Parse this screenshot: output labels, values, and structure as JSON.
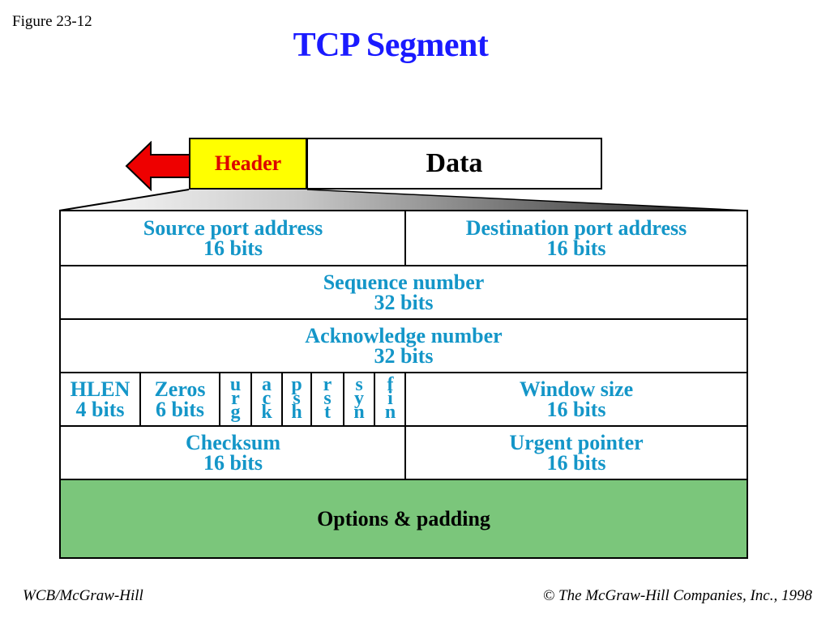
{
  "figure_label": "Figure 23-12",
  "title": "TCP Segment",
  "packet": {
    "header": "Header",
    "data": "Data"
  },
  "rows": {
    "ports": {
      "source": {
        "name": "Source port address",
        "bits": "16 bits"
      },
      "destination": {
        "name": "Destination port address",
        "bits": "16 bits"
      }
    },
    "sequence": {
      "name": "Sequence number",
      "bits": "32 bits"
    },
    "acknowledge": {
      "name": "Acknowledge number",
      "bits": "32 bits"
    },
    "control": {
      "hlen": {
        "name": "HLEN",
        "bits": "4 bits"
      },
      "zeros": {
        "name": "Zeros",
        "bits": "6 bits"
      },
      "flags": [
        {
          "letters": [
            "u",
            "r",
            "g"
          ]
        },
        {
          "letters": [
            "a",
            "c",
            "k"
          ]
        },
        {
          "letters": [
            "p",
            "s",
            "h"
          ]
        },
        {
          "letters": [
            "r",
            "s",
            "t"
          ]
        },
        {
          "letters": [
            "s",
            "y",
            "n"
          ]
        },
        {
          "letters": [
            "f",
            "i",
            "n"
          ]
        }
      ],
      "window": {
        "name": "Window size",
        "bits": "16 bits"
      }
    },
    "checksum_row": {
      "checksum": {
        "name": "Checksum",
        "bits": "16 bits"
      },
      "urgent": {
        "name": "Urgent pointer",
        "bits": "16 bits"
      }
    },
    "options": "Options & padding"
  },
  "footer": {
    "left": "WCB/McGraw-Hill",
    "right": "© The McGraw-Hill Companies, Inc., 1998"
  },
  "colors": {
    "title": "#1a1aff",
    "field_text": "#1496c8",
    "header_fill": "#ffff00",
    "header_text": "#dd0000",
    "arrow": "#ee0000",
    "options_fill": "#7bc67b"
  }
}
